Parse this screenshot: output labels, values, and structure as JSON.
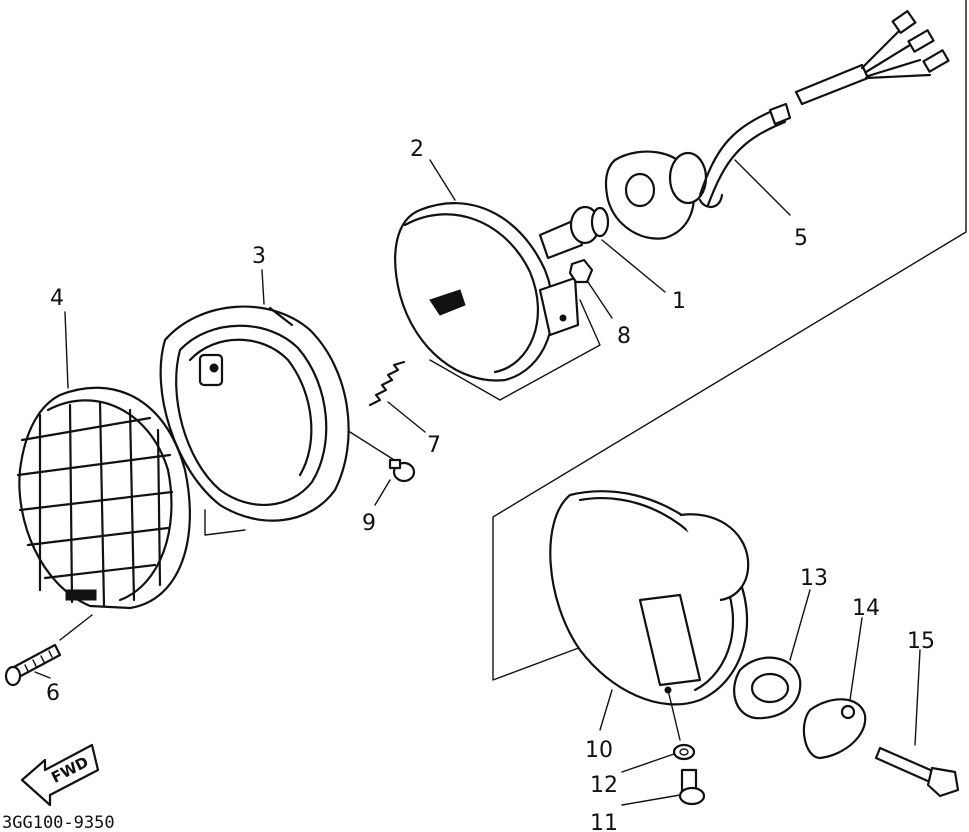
{
  "diagram": {
    "part_numbers": [
      "1",
      "2",
      "3",
      "4",
      "5",
      "6",
      "7",
      "8",
      "9",
      "10",
      "11",
      "12",
      "13",
      "14",
      "15"
    ],
    "direction_label": "FWD",
    "drawing_code": "3GG100-9350"
  },
  "colors": {
    "ink": "#111111",
    "paper": "#ffffff"
  }
}
